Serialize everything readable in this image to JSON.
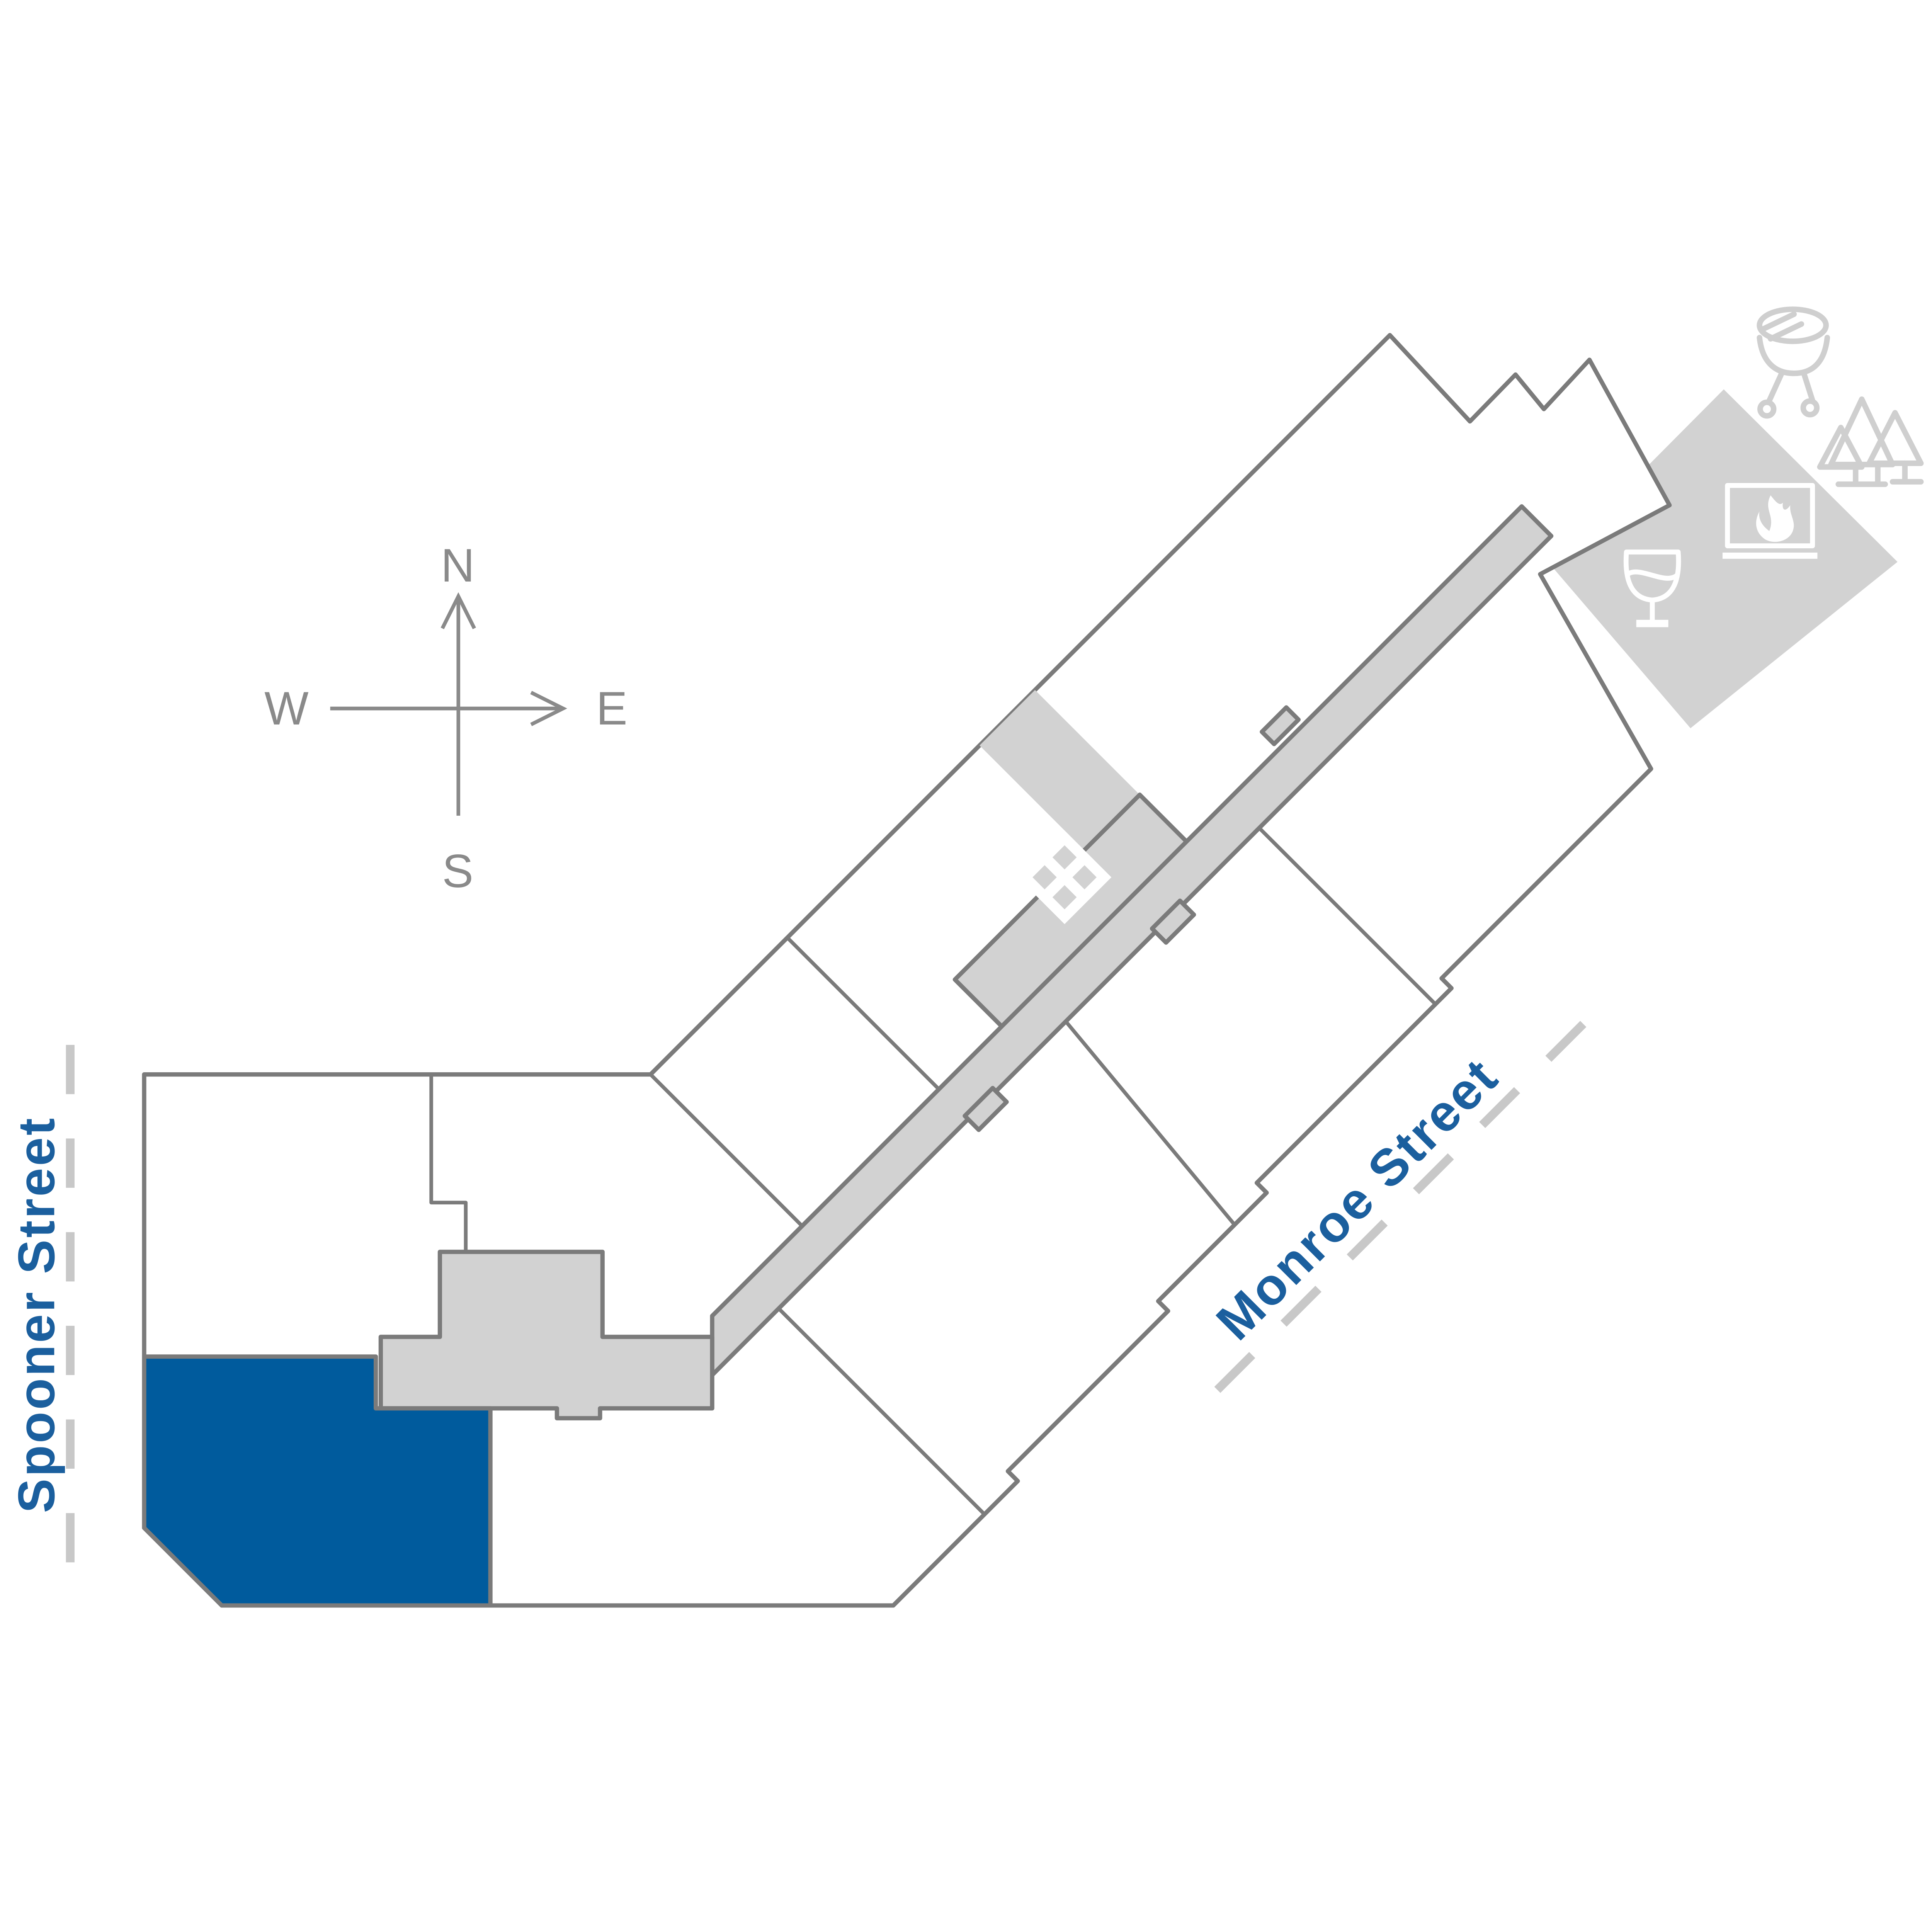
{
  "page": {
    "type": "apartment-site-plan",
    "background": "#ffffff"
  },
  "compass": {
    "north": "N",
    "south": "S",
    "east": "E",
    "west": "W"
  },
  "streets": {
    "west_vertical": "Spooner Street",
    "southeast_diagonal": "Monroe Street"
  },
  "highlighted_unit": {
    "status": "selected",
    "color": "#005b9d"
  },
  "corridor": {
    "color": "#d2d2d2",
    "outline": "#7b7b7b"
  },
  "terrace": {
    "color": "#d2d2d2",
    "amenities": [
      "fireplace",
      "wine-glass"
    ]
  },
  "outdoor_amenities": [
    "bbq-grill",
    "trees"
  ],
  "markers": [
    "elevator-x"
  ],
  "colors": {
    "street_label_blue": "#1b5f9e",
    "highlight_blue": "#005b9d",
    "outline_gray": "#7b7b7b",
    "fill_gray": "#d2d2d2",
    "icon_light_gray": "#cfcfcf",
    "compass_gray": "#8a8a8a",
    "dash_gray": "#c8c8c8"
  }
}
